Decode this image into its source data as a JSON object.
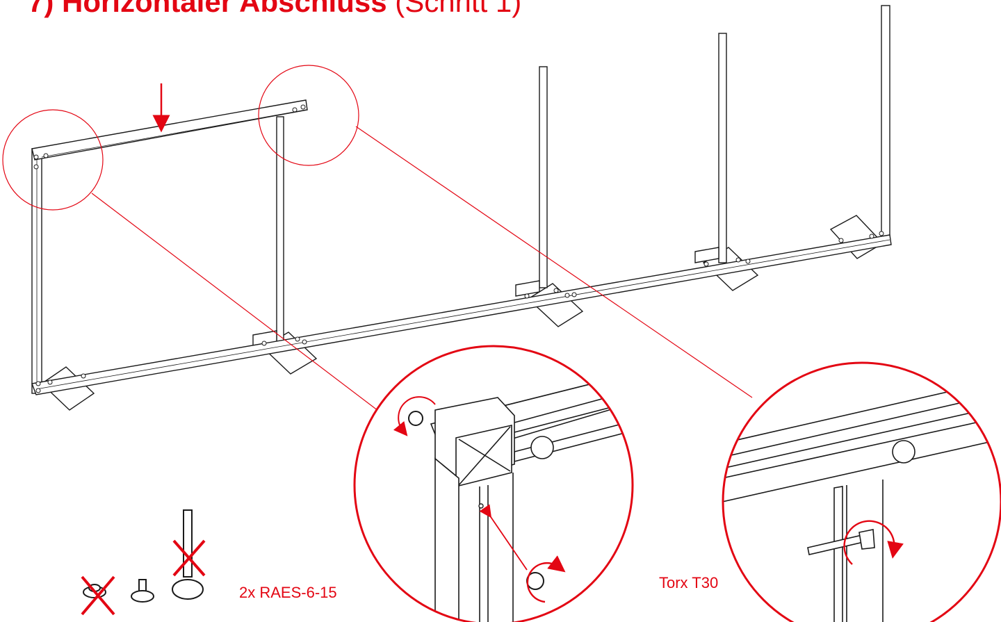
{
  "title": {
    "strong": "7) Horizontaler Abschluss",
    "light": "(Schritt 1)"
  },
  "labels": {
    "screw_count": "2x RAES-6-15",
    "tool": "Torx T30"
  },
  "icons": {
    "screw_wrong_1": "crossed-out-leveling-foot-icon",
    "screw_correct": "short-leveling-screw-icon",
    "screw_wrong_2": "crossed-out-long-leveling-screw-icon",
    "rotate": "rotation-arrow-icon",
    "torx_key": "torx-key-icon"
  },
  "colors": {
    "accent": "#e30613",
    "line": "#1a1a1a"
  }
}
